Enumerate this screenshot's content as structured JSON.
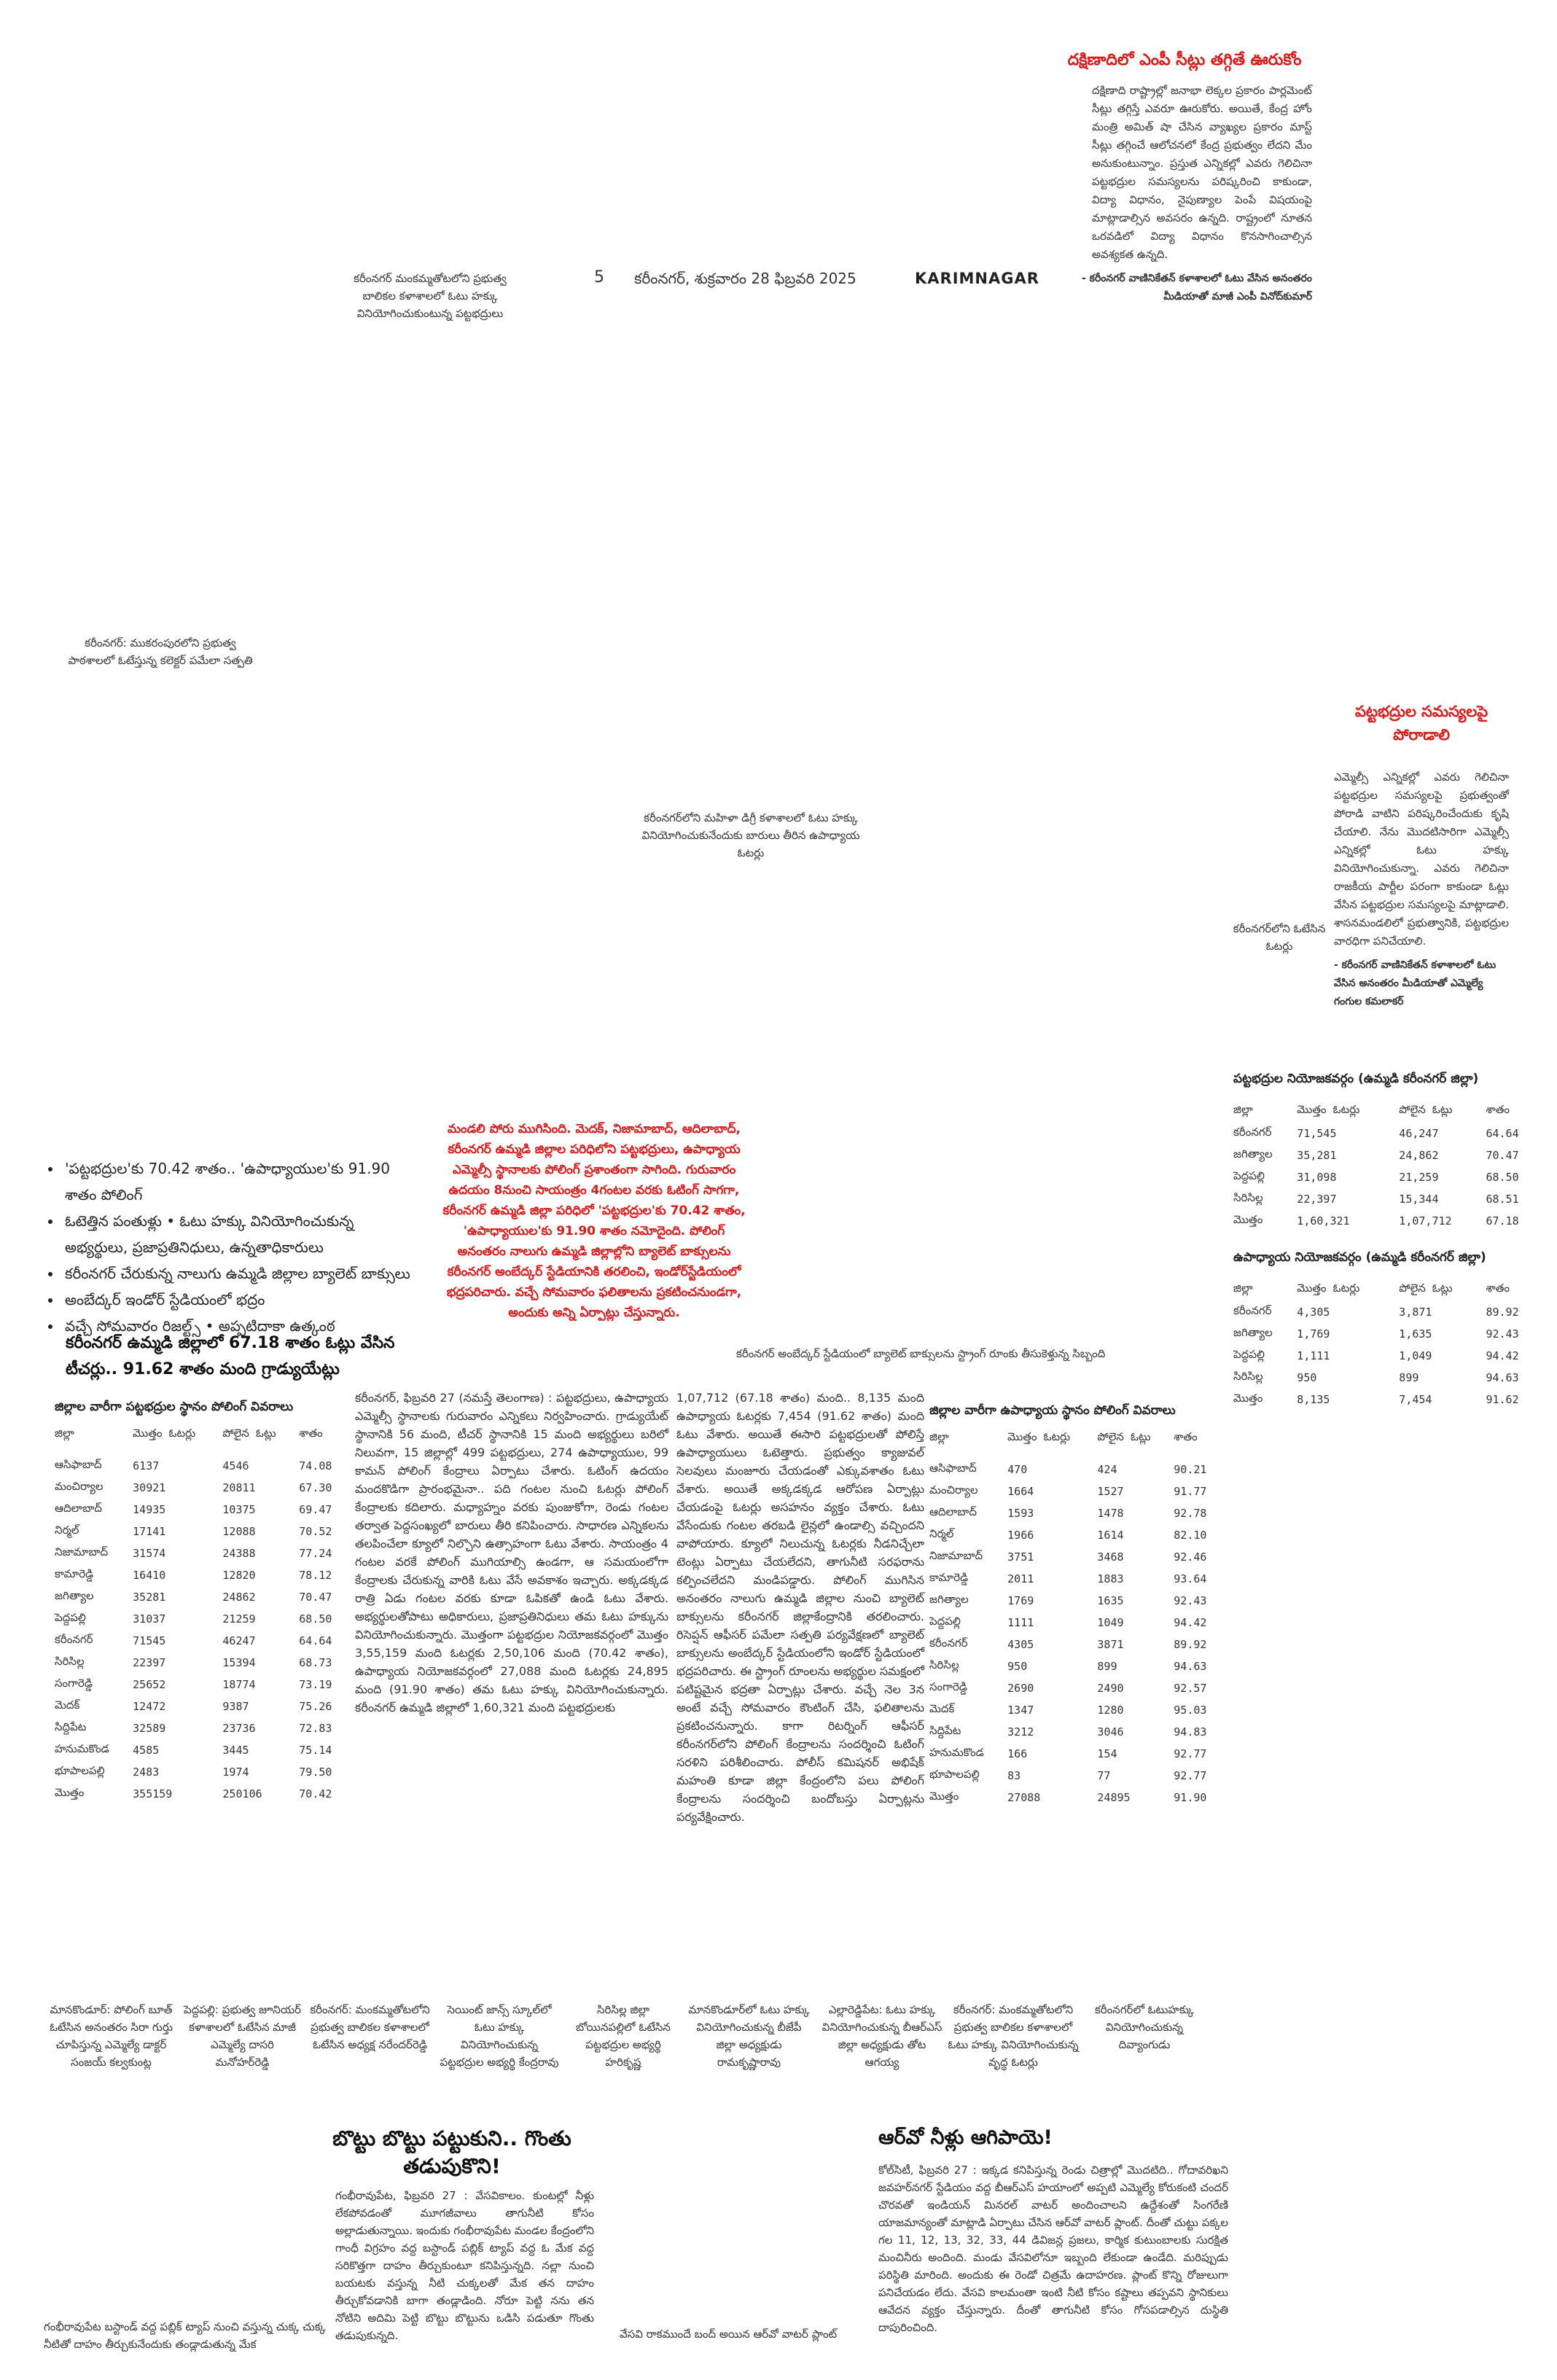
{
  "header": {
    "page_number": "5",
    "dateline": "కరీంనగర్, శుక్రవారం 28 ఫిబ్రవరి 2025",
    "edition": "KARIMNAGAR",
    "caption_left": "కరీంనగర్ మంకమ్మతోటలోని ప్రభుత్వ బాలికల కళాశాలలో ఓటు హక్కు వినియోగించుకుంటున్న పట్టభద్రులు"
  },
  "captions": {
    "mukarampura": "కరీంనగర్: ముకరంపురలోని ప్రభుత్వ పాఠశాలలో ఓటేస్తున్న కలెక్టర్ పమేలా సత్పతి",
    "women_college": "కరీంనగర్‌లోని మహిళా డిగ్రీ కళాశాలలో ఓటు హక్కు వినియోగించుకునేందుకు బారులు తీరిన ఉపాధ్యాయ ఓటర్లు",
    "voted_in_karimnagar": "కరీంనగర్‌లోని ఓటేసిన ఓటర్లు",
    "strong_room": "కరీంనగర్ అంబేద్కర్ స్టేడియంలో బ్యాలెట్ బాక్సులను స్ట్రాంగ్ రూంకు తీసుకెళ్తున్న సిబ్బంది"
  },
  "sidebar_top": {
    "title": "దక్షిణాదిలో ఎంపీ సీట్లు తగ్గితే ఊరుకోం",
    "body": "దక్షిణాది రాష్ట్రాల్లో జనాభా లెక్కల ప్రకారం పార్లమెంట్ సీట్లు తగ్గిస్తే ఎవరూ ఊరుకోరు. అయితే, కేంద్ర హోం మంత్రి అమిత్ షా చేసిన వ్యాఖ్యల ప్రకారం మాస్ట్ సీట్లు తగ్గించే ఆలోచనలో కేంద్ర ప్రభుత్వం లేదని మేం అనుకుంటున్నాం. ప్రస్తుత ఎన్నికల్లో ఎవరు గెలిచినా పట్టభద్రుల సమస్యలను పరిష్కరించి కాకుండా, విద్యా విధానం, నైపుణ్యాల పెంపే విషయంపై మాట్లాడాల్సిన అవసరం ఉన్నది. రాష్ట్రంలో నూతన ఒరవడిలో విద్యా విధానం కొనసాగించాల్సిన అవశ్యకత ఉన్నది.",
    "quote_by": "- కరీంనగర్ వాణినికేతన్ కళాశాలలో ఓటు వేసిన అనంతరం మీడియాతో మాజీ ఎంపీ వినోద్‌కుమార్"
  },
  "sidebar_mid": {
    "title": "పట్టభద్రుల సమస్యలపై పోరాడాలి",
    "body": "ఎమ్మెల్సీ ఎన్నికల్లో ఎవరు గెలిచినా పట్టభద్రుల సమస్యలపై ప్రభుత్వంతో పోరాడి వాటిని పరిష్కరించేందుకు కృషి చేయాలి. నేను మొదటిసారిగా ఎమ్మెల్సీ ఎన్నికల్లో ఓటు హక్కు వినియోగించుకున్నా. ఎవరు గెలిచినా రాజకీయ పార్టీల పరంగా కాకుండా ఓట్లు వేసిన పట్టభద్రుల సమస్యలపై మాట్లాడాలి. శాసనమండలిలో ప్రభుత్వానికి, పట్టభద్రుల వారధిగా పనిచేయాలి.",
    "quote_by": "- కరీంనగర్ వాణినికేతన్ కళాశాలలో ఓటు వేసిన అనంతరం మీడియాతో ఎమ్మెల్యే గంగుల కమలాకర్"
  },
  "bullets": [
    "'పట్టభద్రుల'కు 70.42 శాతం.. 'ఉపాధ్యాయుల'కు 91.90 శాతం పోలింగ్",
    "ఓటెత్తిన పంతుళ్లు • ఓటు హక్కు వినియోగించుకున్న అభ్యర్థులు, ప్రజాప్రతినిధులు, ఉన్నతాధికారులు",
    "కరీంనగర్ చేరుకున్న నాలుగు ఉమ్మడి జిల్లాల బ్యాలెట్ బాక్సులు",
    "అంబేద్కర్ ఇండోర్ స్టేడియంలో భద్రం",
    "వచ్చే సోమవారం రిజల్ట్స్ • అప్పటిదాకా ఉత్కంఠ"
  ],
  "headline_main": "కరీంనగర్ ఉమ్మడి జిల్లాలో 67.18 శాతం ఓట్లు వేసిన టీచర్లు.. 91.62 శాతం మంది గ్రాడ్యుయేట్లు",
  "red_summary": "మండలి పోరు ముగిసింది. మెదక్, నిజామాబాద్, ఆదిలాబాద్, కరీంనగర్ ఉమ్మడి జిల్లాల పరిధిలోని పట్టభద్రులు, ఉపాధ్యాయ ఎమ్మెల్సీ స్థానాలకు పోలింగ్ ప్రశాంతంగా సాగింది. గురువారం ఉదయం 8నుంచి సాయంత్రం 4గంటల వరకు ఓటింగ్ సాగగా, కరీంనగర్ ఉమ్మడి జిల్లా పరిధిలో 'పట్టభద్రుల'కు 70.42 శాతం, 'ఉపాధ్యాయుల'కు 91.90 శాతం నమోదైంది. పోలింగ్ అనంతరం నాలుగు ఉమ్మడి జిల్లాల్లోని బ్యాలెట్ బాక్సులను కరీంనగర్ అంబేద్కర్ స్టేడియానికి తరలించి, ఇండోర్‌స్టేడియంలో భద్రపరిచారు. వచ్చే సోమవారం ఫలితాలను ప్రకటించనుండగా, అందుకు అన్ని ఏర్పాట్లు చేస్తున్నారు.",
  "grad_karimnagar": {
    "title": "పట్టభద్రుల నియోజకవర్గం (ఉమ్మడి కరీంనగర్ జిల్లా)",
    "headers": [
      "జిల్లా",
      "మొత్తం ఓటర్లు",
      "పోలైన ఓట్లు",
      "శాతం"
    ],
    "rows": [
      [
        "కరీంనగర్",
        "71,545",
        "46,247",
        "64.64"
      ],
      [
        "జగిత్యాల",
        "35,281",
        "24,862",
        "70.47"
      ],
      [
        "పెద్దపల్లి",
        "31,098",
        "21,259",
        "68.50"
      ],
      [
        "సిరిసిల్ల",
        "22,397",
        "15,344",
        "68.51"
      ],
      [
        "మొత్తం",
        "1,60,321",
        "1,07,712",
        "67.18"
      ]
    ]
  },
  "teacher_karimnagar": {
    "title": "ఉపాధ్యాయ నియోజకవర్గం (ఉమ్మడి కరీంనగర్ జిల్లా)",
    "headers": [
      "జిల్లా",
      "మొత్తం ఓటర్లు",
      "పోలైన ఓట్లు",
      "శాతం"
    ],
    "rows": [
      [
        "కరీంనగర్",
        "4,305",
        "3,871",
        "89.92"
      ],
      [
        "జగిత్యాల",
        "1,769",
        "1,635",
        "92.43"
      ],
      [
        "పెద్దపల్లి",
        "1,111",
        "1,049",
        "94.42"
      ],
      [
        "సిరిసిల్ల",
        "950",
        "899",
        "94.63"
      ],
      [
        "మొత్తం",
        "8,135",
        "7,454",
        "91.62"
      ]
    ]
  },
  "grad_districts": {
    "title": "జిల్లాల వారీగా పట్టభద్రుల స్థానం పోలింగ్ వివరాలు",
    "headers": [
      "జిల్లా",
      "మొత్తం ఓటర్లు",
      "పోలైన ఓట్లు",
      "శాతం"
    ],
    "rows": [
      [
        "ఆసిఫాబాద్",
        "6137",
        "4546",
        "74.08"
      ],
      [
        "మంచిర్యాల",
        "30921",
        "20811",
        "67.30"
      ],
      [
        "ఆదిలాబాద్",
        "14935",
        "10375",
        "69.47"
      ],
      [
        "నిర్మల్",
        "17141",
        "12088",
        "70.52"
      ],
      [
        "నిజామాబాద్",
        "31574",
        "24388",
        "77.24"
      ],
      [
        "కామారెడ్డి",
        "16410",
        "12820",
        "78.12"
      ],
      [
        "జగిత్యాల",
        "35281",
        "24862",
        "70.47"
      ],
      [
        "పెద్దపల్లి",
        "31037",
        "21259",
        "68.50"
      ],
      [
        "కరీంనగర్",
        "71545",
        "46247",
        "64.64"
      ],
      [
        "సిరిసిల్ల",
        "22397",
        "15394",
        "68.73"
      ],
      [
        "సంగారెడ్డి",
        "25652",
        "18774",
        "73.19"
      ],
      [
        "మెదక్",
        "12472",
        "9387",
        "75.26"
      ],
      [
        "సిద్దిపేట",
        "32589",
        "23736",
        "72.83"
      ],
      [
        "హనుమకొండ",
        "4585",
        "3445",
        "75.14"
      ],
      [
        "భూపాలపల్లి",
        "2483",
        "1974",
        "79.50"
      ],
      [
        "మొత్తం",
        "355159",
        "250106",
        "70.42"
      ]
    ]
  },
  "teacher_districts": {
    "title": "జిల్లాల వారీగా ఉపాధ్యాయ స్థానం పోలింగ్ వివరాలు",
    "headers": [
      "జిల్లా",
      "మొత్తం ఓటర్లు",
      "పోలైన ఓట్లు",
      "శాతం"
    ],
    "rows": [
      [
        "ఆసిఫాబాద్",
        "470",
        "424",
        "90.21"
      ],
      [
        "మంచిర్యాల",
        "1664",
        "1527",
        "91.77"
      ],
      [
        "ఆదిలాబాద్",
        "1593",
        "1478",
        "92.78"
      ],
      [
        "నిర్మల్",
        "1966",
        "1614",
        "82.10"
      ],
      [
        "నిజామాబాద్",
        "3751",
        "3468",
        "92.46"
      ],
      [
        "కామారెడ్డి",
        "2011",
        "1883",
        "93.64"
      ],
      [
        "జగిత్యాల",
        "1769",
        "1635",
        "92.43"
      ],
      [
        "పెద్దపల్లి",
        "1111",
        "1049",
        "94.42"
      ],
      [
        "కరీంనగర్",
        "4305",
        "3871",
        "89.92"
      ],
      [
        "సిరిసిల్ల",
        "950",
        "899",
        "94.63"
      ],
      [
        "సంగారెడ్డి",
        "2690",
        "2490",
        "92.57"
      ],
      [
        "మెదక్",
        "1347",
        "1280",
        "95.03"
      ],
      [
        "సిద్దిపేట",
        "3212",
        "3046",
        "94.83"
      ],
      [
        "హనుమకొండ",
        "166",
        "154",
        "92.77"
      ],
      [
        "భూపాలపల్లి",
        "83",
        "77",
        "92.77"
      ],
      [
        "మొత్తం",
        "27088",
        "24895",
        "91.90"
      ]
    ]
  },
  "article_col1": "కరీంనగర్, ఫిబ్రవరి 27 (నమస్తే తెలంగాణ) : పట్టభద్రులు, ఉపాధ్యాయ ఎమ్మెల్సీ స్థానాలకు గురువారం ఎన్నికలు నిర్వహించారు. గ్రాడ్యుయేట్ స్థానానికి 56 మంది, టీచర్ స్థానానికి 15 మంది అభ్యర్థులు బరిలో నిలువగా, 15 జిల్లాల్లో 499 పట్టభద్రులు, 274 ఉపాధ్యాయుల, 99 కామన్ పోలింగ్ కేంద్రాలు ఏర్పాటు చేశారు. ఓటింగ్ ఉదయం మందకొడిగా ప్రారంభమైనా.. పది గంటల నుంచి ఓటర్లు పోలింగ్ కేంద్రాలకు కదిలారు. మధ్యాహ్నం వరకు పుంజుకోగా, రెండు గంటల తర్వాత పెద్దసంఖ్యలో బారులు తీరి కనిపించారు. సాధారణ ఎన్నికలను తలపించేలా క్యూలో నిల్చొని ఉత్సాహంగా ఓటు వేశారు. సాయంత్రం 4 గంటల వరకే పోలింగ్ ముగియాల్సి ఉండగా, ఆ సమయంలోగా కేంద్రాలకు చేరుకున్న వారికి ఓటు వేసే అవకాశం ఇచ్చారు. అక్కడక్కడ రాత్రి ఏడు గంటల వరకు కూడా ఓపికతో ఉండి ఓటు వేశారు. అభ్యర్థులతోపాటు అధికారులు, ప్రజాప్రతినిధులు తమ ఓటు హక్కును వినియోగించుకున్నారు. మొత్తంగా పట్టభద్రుల నియోజకవర్గంలో మొత్తం 3,55,159 మంది ఓటర్లకు 2,50,106 మంది (70.42 శాతం), ఉపాధ్యాయ నియోజకవర్గంలో 27,088 మంది ఓటర్లకు 24,895 మంది (91.90 శాతం) తమ ఓటు హక్కు వినియోగించుకున్నారు. కరీంనగర్ ఉమ్మడి జిల్లాలో 1,60,321 మంది పట్టభద్రులకు",
  "article_col2": "1,07,712 (67.18 శాతం) మంది.. 8,135 మంది ఉపాధ్యాయ ఓటర్లకు 7,454 (91.62 శాతం) మంది ఓటు వేశారు. అయితే ఈసారి పట్టభద్రులతో పోలిస్తే ఉపాధ్యాయులు ఓటెత్తారు. ప్రభుత్వం క్యాజువల్ సెలవులు మంజూరు చేయడంతో ఎక్కువశాతం ఓటు వేశారు. అయితే అక్కడక్కడ ఆరోపణ ఏర్పాట్లు చేయడంపై ఓటర్లు అసహనం వ్యక్తం చేశారు. ఓటు వేసేందుకు గంటల తరబడి లైన్లలో ఉండాల్సి వచ్చిందని వాపోయారు. క్యూలో నిలుచున్న ఓటర్లకు నీడనిచ్చేలా టెంట్లు ఏర్పాటు చేయలేదని, తాగునీటి సరఫరాను కల్పించలేదని మండిపడ్డారు. పోలింగ్ ముగిసిన అనంతరం నాలుగు ఉమ్మడి జిల్లాల నుంచి బ్యాలెట్ బాక్సులను కరీంనగర్ జిల్లాకేంద్రానికి తరలించారు. రిసెప్షన్ ఆఫీసర్ పమేలా సత్పతి పర్యవేక్షణలో బ్యాలెట్ బాక్సులను అంబేద్కర్ స్టేడియంలోని ఇండోర్ స్టేడియంలో భద్రపరిచారు. ఈ స్ట్రాంగ్ రూంలను అభ్యర్థుల సమక్షంలో పటిష్టమైన భద్రతా ఏర్పాట్లు చేశారు. వచ్చే నెల 3న అంటే వచ్చే సోమవారం కౌంటింగ్ చేసి, ఫలితాలను ప్రకటించనున్నారు. కాగా రిటర్నింగ్ ఆఫీసర్ కరీంనగర్‌లోని పోలింగ్ కేంద్రాలను సందర్శించి ఓటింగ్ సరళిని పరిశీలించారు. పోలీస్ కమిషనర్ అభిషేక్ మహంతి కూడా జిల్లా కేంద్రంలోని పలు పోలింగ్ కేంద్రాలను సందర్శించి బందోబస్తు ఏర్పాట్లను పర్యవేక్షించారు.",
  "bottom_captions": [
    "మానకొండూర్: పోలింగ్ బూత్ ఓటేసిన అనంతరం సిరా గుర్తు చూపిస్తున్న ఎమ్మెల్యే డాక్టర్ సంజయ్ కల్వకుంట్ల",
    "పెద్దపల్లి: ప్రభుత్వ జూనియర్ కళాశాలలో ఓటేసిన మాజీ ఎమ్మెల్యే దాసరి మనోహర్‌రెడ్డి",
    "కరీంనగర్: మంకమ్మతోటలోని ప్రభుత్వ బాలికల కళాశాలలో ఓటేసిన అధ్యక్ష నరేందర్‌రెడ్డి",
    "సెయింట్ జాన్స్ స్కూల్‌లో ఓటు హక్కు వినియోగించుకున్న పట్టభద్రుల అభ్యర్థి కేంద్రరావు",
    "సిరిసిల్ల జిల్లా బోయినపల్లిలో ఓటేసిన పట్టభద్రుల అభ్యర్థి హరికృష్ణ",
    "మానకొండూర్‌లో ఓటు హక్కు వినియోగించుకున్న బీజేపీ జిల్లా అధ్యక్షుడు రామకృష్ణారావు",
    "ఎల్లారెడ్డిపేట: ఓటు హక్కు వినియోగించుకున్న బీఆర్ఎస్ జిల్లా అధ్యక్షుడు తోట ఆగయ్య",
    "కరీంనగర్: మంకమ్మతోటలోని ప్రభుత్వ బాలికల కళాశాలలో ఓటు హక్కు వినియోగించుకున్న వృద్ధ ఓటర్లు",
    "కరీంనగర్‌లో ఓటుహక్కు వినియోగించుకున్న దివ్యాంగుడు"
  ],
  "story_left": {
    "headline": "బొట్టు బొట్టు పట్టుకుని.. గొంతు తడుపుకొని!",
    "body": "గంభీరావుపేట, ఫిబ్రవరి 27 : వేసవికాలం. కుంటల్లో నీళ్లు లేకపోవడంతో మూగజీవాలు తాగునీటి కోసం అల్లాడుతున్నాయి. ఇందుకు గంభీరావుపేట మండల కేంద్రంలోని గాంధీ విగ్రహం వద్ద బస్టాండ్ పబ్లిక్ ట్యాప్ వద్ద ఓ మేక వద్ద సరికొత్తగా దాహం తీర్చుకుంటూ కనిపిస్తున్నది. నల్లా నుంచి బయటకు వస్తున్న నీటి చుక్కలతో మేక తన దాహం తీర్చుకోవడానికి బాగా తండ్లాడింది. నోరూ పెట్టి నను తన నోటిని అదిమి పెట్టి బొట్టు బొట్టును ఒడిసి పడుతూ గొంతు తడుపుకున్నది.",
    "caption": "గంభీరావుపేట బస్టాండ్ వద్ద పబ్లిక్ ట్యాప్ నుంచి వస్తున్న చుక్క చుక్క నీటితో దాహం తీర్చుకునేందుకు తండ్లాడుతున్న మేక"
  },
  "story_right": {
    "headline": "ఆర్‌వో నీళ్లు ఆగిపాయె!",
    "body": "కోల్‌సిటీ, ఫిబ్రవరి 27 : ఇక్కడ కనిపిస్తున్న రెండు చిత్రాల్లో మొదటిది.. గోదావరిఖని జవహర్‌నగర్ స్టేడియం వద్ద బీఆర్ఎస్ హయాంలో అప్పటి ఎమ్మెల్యే కోరుకంటి చందర్ చొరవతో ఇండియన్ మినరల్ వాటర్ అందించాలని ఉద్దేశంతో సింగరేణి యాజమాన్యంతో మాట్లాడి ఏర్పాటు చేసిన ఆర్‌వో వాటర్ ప్లాంట్. దీంతో చుట్టు పక్కల గల 11, 12, 13, 32, 33, 44 డివిజన్ల ప్రజలు, కార్మిక కుటుంబాలకు సురక్షిత మంచినీరు అందింది. మండు వేసవిలోనూ ఇబ్బంది లేకుండా ఉండేది. మరిప్పుడు పరిస్థితి మారింది. అందుకు ఈ రెండో చిత్రమే ఉదాహరణ. ప్లాంట్ కొన్ని రోజులుగా పనిచేయడం లేదు. వేసవి కాలమంతా ఇంటి నీటి కోసం కష్టాలు తప్పవని స్థానికులు ఆవేదన వ్యక్తం చేస్తున్నారు. దీంతో తాగునీటి కోసం గోసపడాల్సిన దుస్థితి దాపురించింది.",
    "caption": "వేసవి రాకముందే బంద్ అయిన ఆర్‌వో వాటర్ ప్లాంట్"
  }
}
